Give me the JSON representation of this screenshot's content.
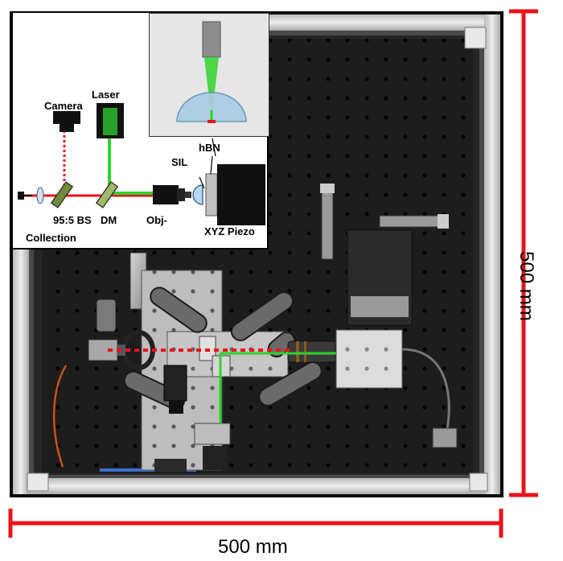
{
  "dimensions": {
    "width_label": "500 mm",
    "height_label": "500 mm"
  },
  "schematic": {
    "labels": {
      "laser": "Laser",
      "camera": "Camera",
      "beamsplitter": "95:5 BS",
      "dm": "DM",
      "objective": "Obj-",
      "collection": "Collection",
      "sil": "SIL",
      "hbn": "hBN",
      "piezo": "XYZ Piezo"
    }
  },
  "colors": {
    "scale_bar": "#e8141b",
    "laser_beam": "#2fd22f",
    "collection_beam": "#e8141b",
    "breadboard": "#1c1c1c",
    "frame": "#d8d8d8",
    "sil": "#bcd7e8"
  }
}
